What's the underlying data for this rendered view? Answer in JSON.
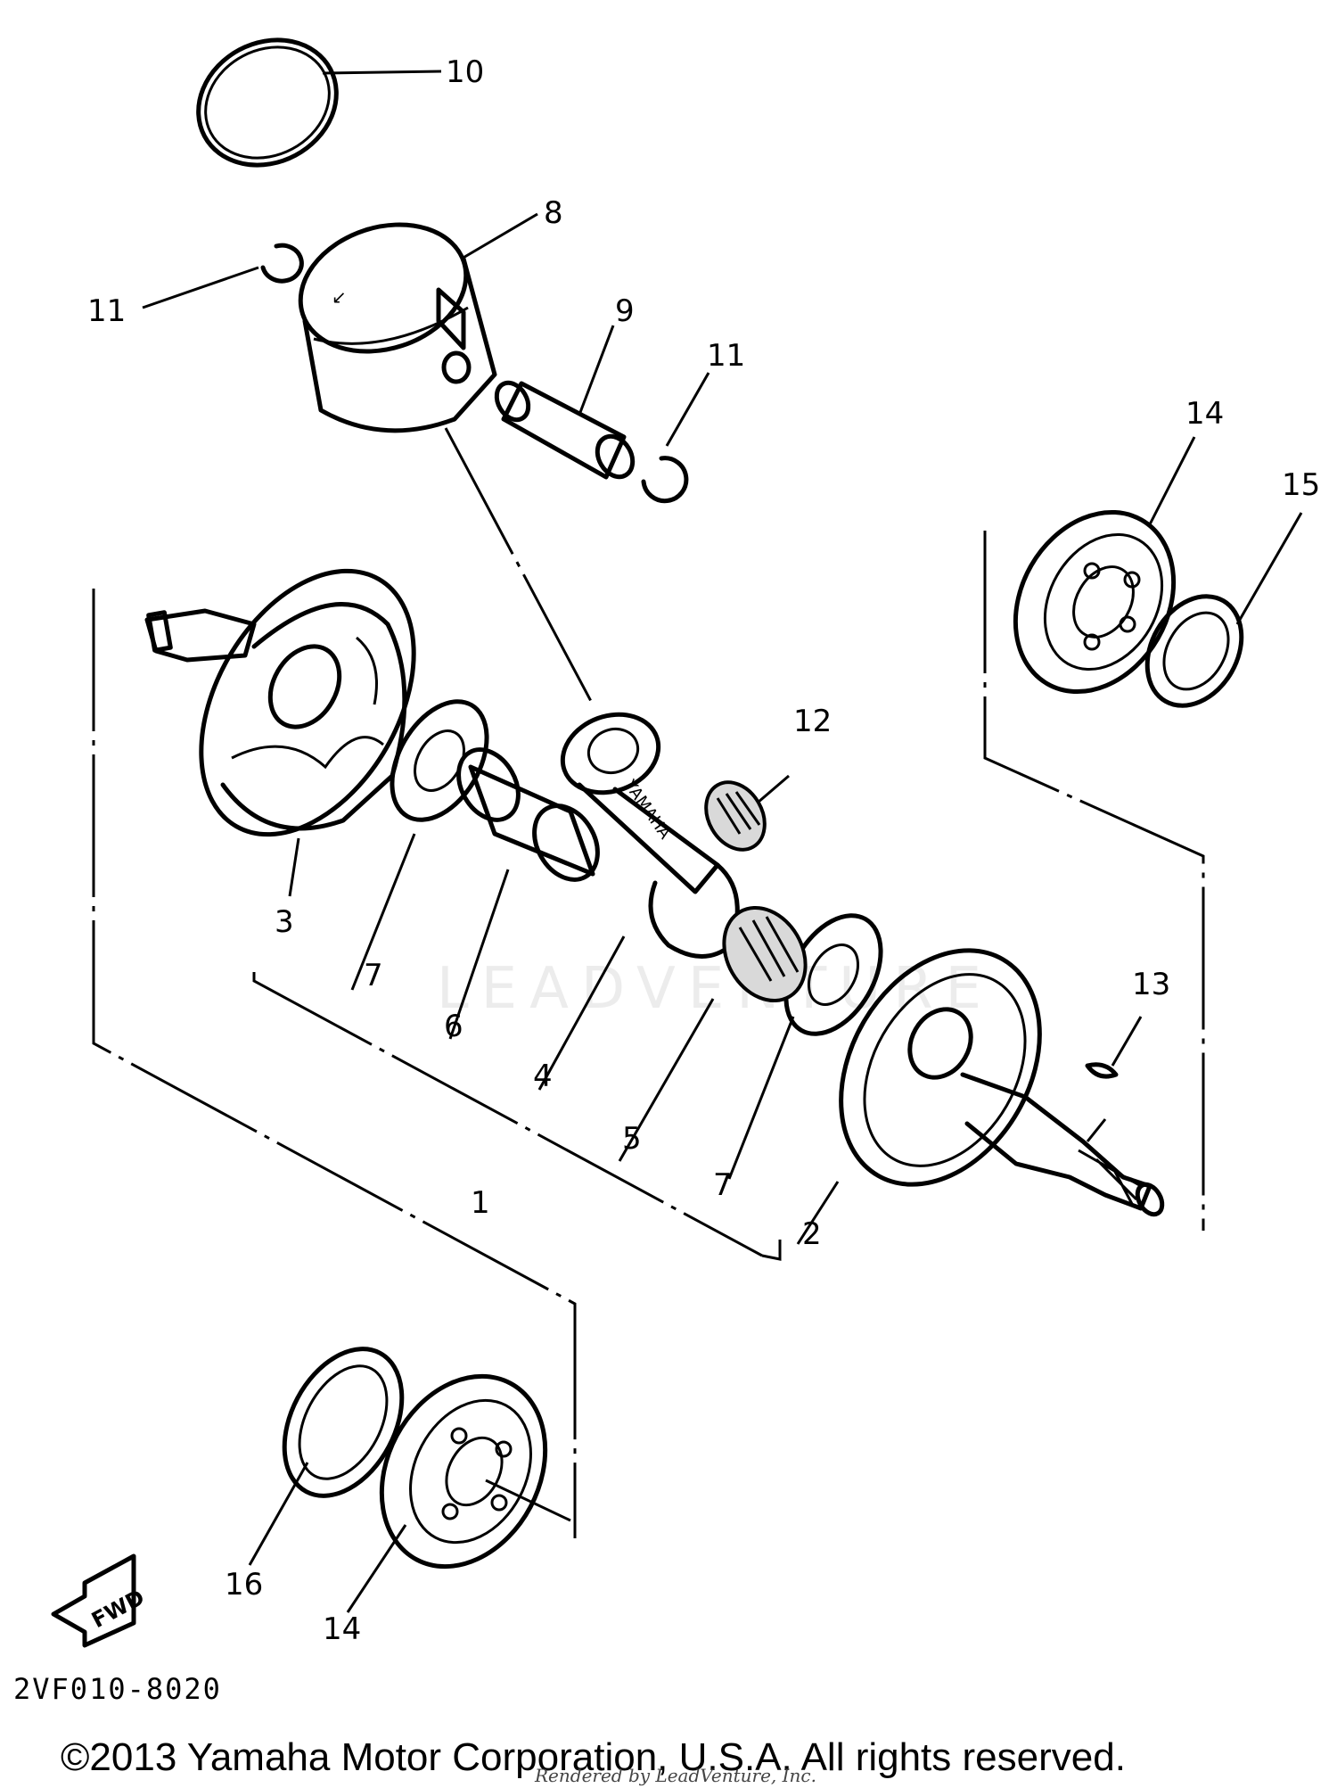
{
  "diagram": {
    "callouts": {
      "c1": "1",
      "c2": "2",
      "c3": "3",
      "c4": "4",
      "c5": "5",
      "c6": "6",
      "c7a": "7",
      "c7b": "7",
      "c8": "8",
      "c9": "9",
      "c10": "10",
      "c11a": "11",
      "c11b": "11",
      "c12": "12",
      "c13": "13",
      "c14a": "14",
      "c14b": "14",
      "c15": "15",
      "c16": "16"
    },
    "part_code": "2VF010-8020",
    "fwd_label": "FWD",
    "watermark": "LEADVENTURE",
    "rendered_by": "Rendered by LeadVenture, Inc.",
    "copyright": "©2013 Yamaha Motor Corporation, U.S.A. All rights reserved."
  }
}
